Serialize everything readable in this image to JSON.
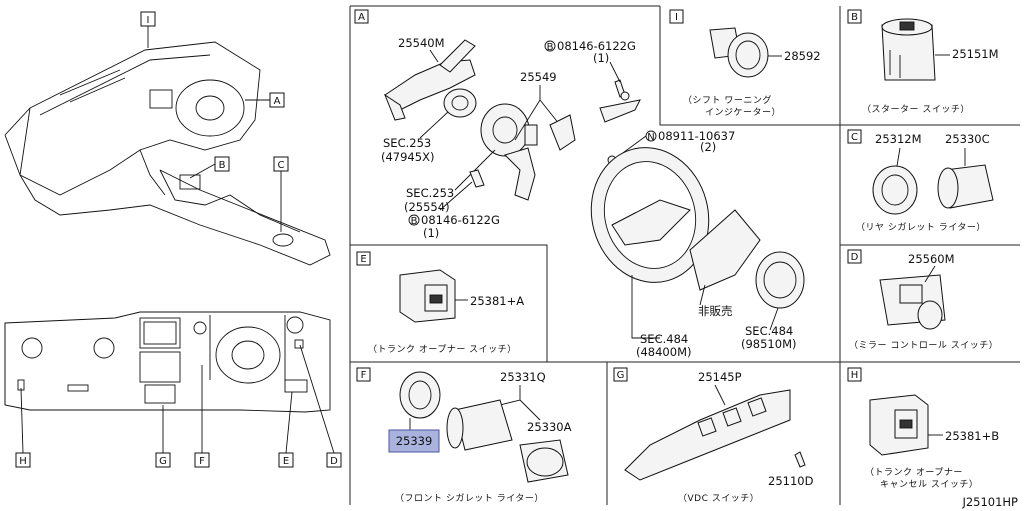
{
  "diagram": {
    "code": "J25101HP",
    "view_labels": [
      "I",
      "A",
      "B",
      "C",
      "E",
      "H",
      "G",
      "F",
      "D"
    ],
    "section_A": {
      "letter": "A",
      "parts": [
        "25540M",
        "25549",
        "SEC.253",
        "(47945X)",
        "SEC.253",
        "(25554)",
        "SEC.484",
        "(48400M)",
        "SEC.484",
        "(98510M)",
        "08146-6122G",
        "(1)",
        "08146-6122G",
        "(1)",
        "08911-10637",
        "(2)"
      ],
      "bolt_prefix": "B",
      "nut_prefix": "N",
      "note": "非販売"
    },
    "section_I": {
      "letter": "I",
      "part": "28592",
      "caption_line1": "（シフト ワーニング",
      "caption_line2": "インジケーター）"
    },
    "section_B": {
      "letter": "B",
      "part": "25151M",
      "caption": "（スターター スイッチ）"
    },
    "section_C": {
      "letter": "C",
      "part1": "25312M",
      "part2": "25330C",
      "caption": "（リヤ シガレット ライター）"
    },
    "section_D": {
      "letter": "D",
      "part": "25560M",
      "caption": "（ミラー コントロール スイッチ）"
    },
    "section_E": {
      "letter": "E",
      "part": "25381+A",
      "caption": "（トランク オープナー スイッチ）"
    },
    "section_F": {
      "letter": "F",
      "part_highlight": "25339",
      "part1": "25331Q",
      "part2": "25330A",
      "caption": "（フロント シガレット ライター）"
    },
    "section_G": {
      "letter": "G",
      "part1": "25145P",
      "part2": "25110D",
      "caption": "（VDC スイッチ）"
    },
    "section_H": {
      "letter": "H",
      "part": "25381+B",
      "caption_line1": "（トランク オープナー",
      "caption_line2": "キャンセル スイッチ）"
    }
  }
}
